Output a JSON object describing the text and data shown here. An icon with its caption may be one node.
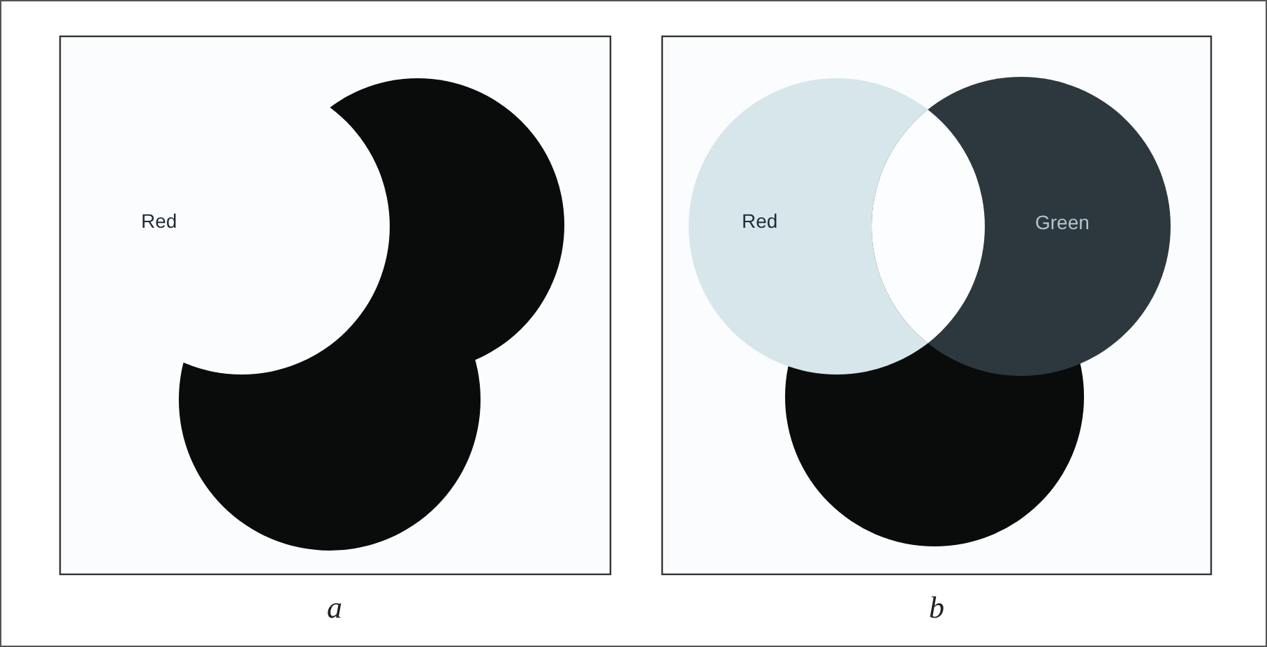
{
  "diagram": {
    "labels": [
      "Red",
      "Red",
      "Green",
      "a",
      "b"
    ]
  }
}
